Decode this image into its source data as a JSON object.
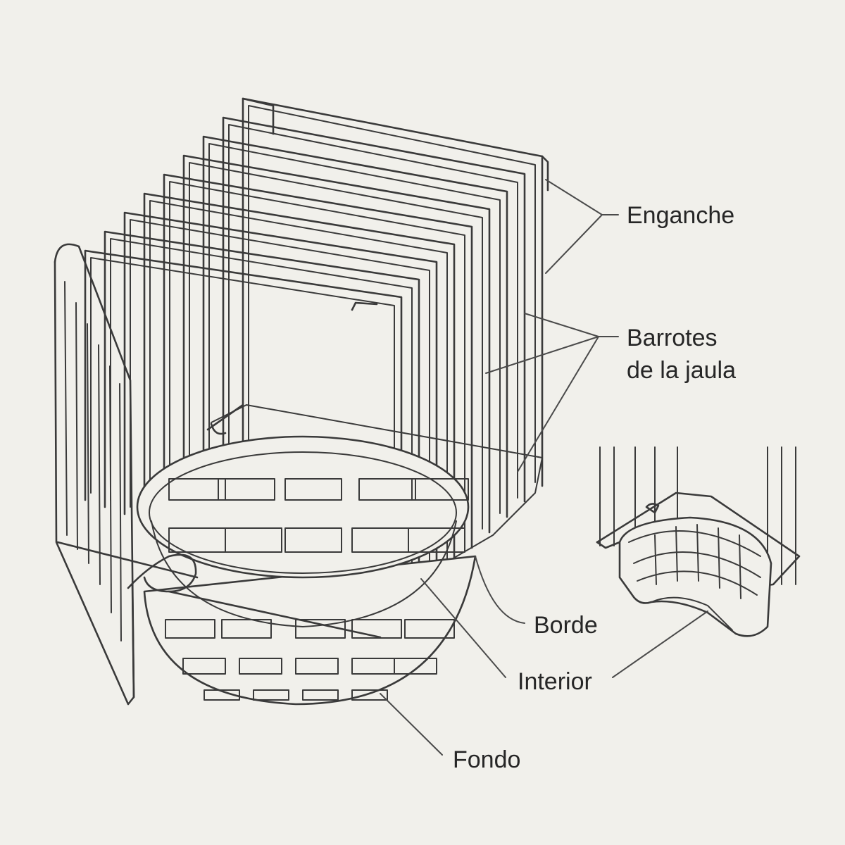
{
  "labels": {
    "enganche": "Enganche",
    "barrotes_line1": "Barrotes",
    "barrotes_line2": "de la jaula",
    "borde": "Borde",
    "interior": "Interior",
    "fondo": "Fondo"
  },
  "colors": {
    "background": "#f1f0eb",
    "line": "#3a3a3a",
    "text": "#262626"
  }
}
